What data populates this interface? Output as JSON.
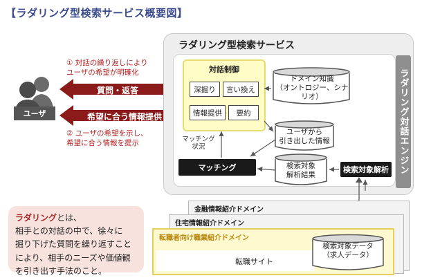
{
  "title": "【ラダリング型検索サービス概要図】",
  "user": {
    "label": "ユーザ"
  },
  "arrows": {
    "top_label": "質問・返答",
    "bottom_label": "希望に合う情報提供",
    "note_top_1": "① 対話の繰り返しにより",
    "note_top_2": "ユーザの希望が明確化",
    "note_bottom_1": "② ユーザの希望を示し、",
    "note_bottom_2": "希望に合う情報を提示"
  },
  "service": {
    "title": "ラダリング型検索サービス",
    "engine_label": "ラダリング対話エンジン"
  },
  "dialog_control": {
    "title": "対話制御",
    "items": [
      "深掘り",
      "言い換え",
      "情報提供",
      "要約"
    ]
  },
  "domain_knowledge": {
    "line1": "ドメイン知識",
    "line2": "（オントロジー、シナリオ）"
  },
  "user_info": {
    "line1": "ユーザから",
    "line2": "引き出した情報"
  },
  "analysis_result": {
    "line1": "検索対象",
    "line2": "解析結果"
  },
  "matching": {
    "label": "マッチング",
    "status_line1": "マッチング",
    "status_line2": "状況"
  },
  "search_analysis": {
    "label": "検索対象解析"
  },
  "domains": {
    "finance": "金融情報紹介ドメイン",
    "housing": "住宅情報紹介ドメイン",
    "jobs": "転職者向け職業紹介ドメイン",
    "site": "転職サイト",
    "search_data_line1": "検索対象データ",
    "search_data_line2": "（求人データ）"
  },
  "definition": {
    "term": "ラダリング",
    "line1_suffix": "とは、",
    "line2": "相手との対話の中で、徐々に",
    "line3": "掘り下げた質問を繰り返すこと",
    "line4": "により、相手のニーズや価値観",
    "line5": "を引き出す手法のこと。"
  },
  "colors": {
    "arrow": "#8b1a1a",
    "accent_title": "#3a4b8c",
    "dialog_fill": "#fffcc6",
    "definition_fill": "#f7e2de"
  }
}
